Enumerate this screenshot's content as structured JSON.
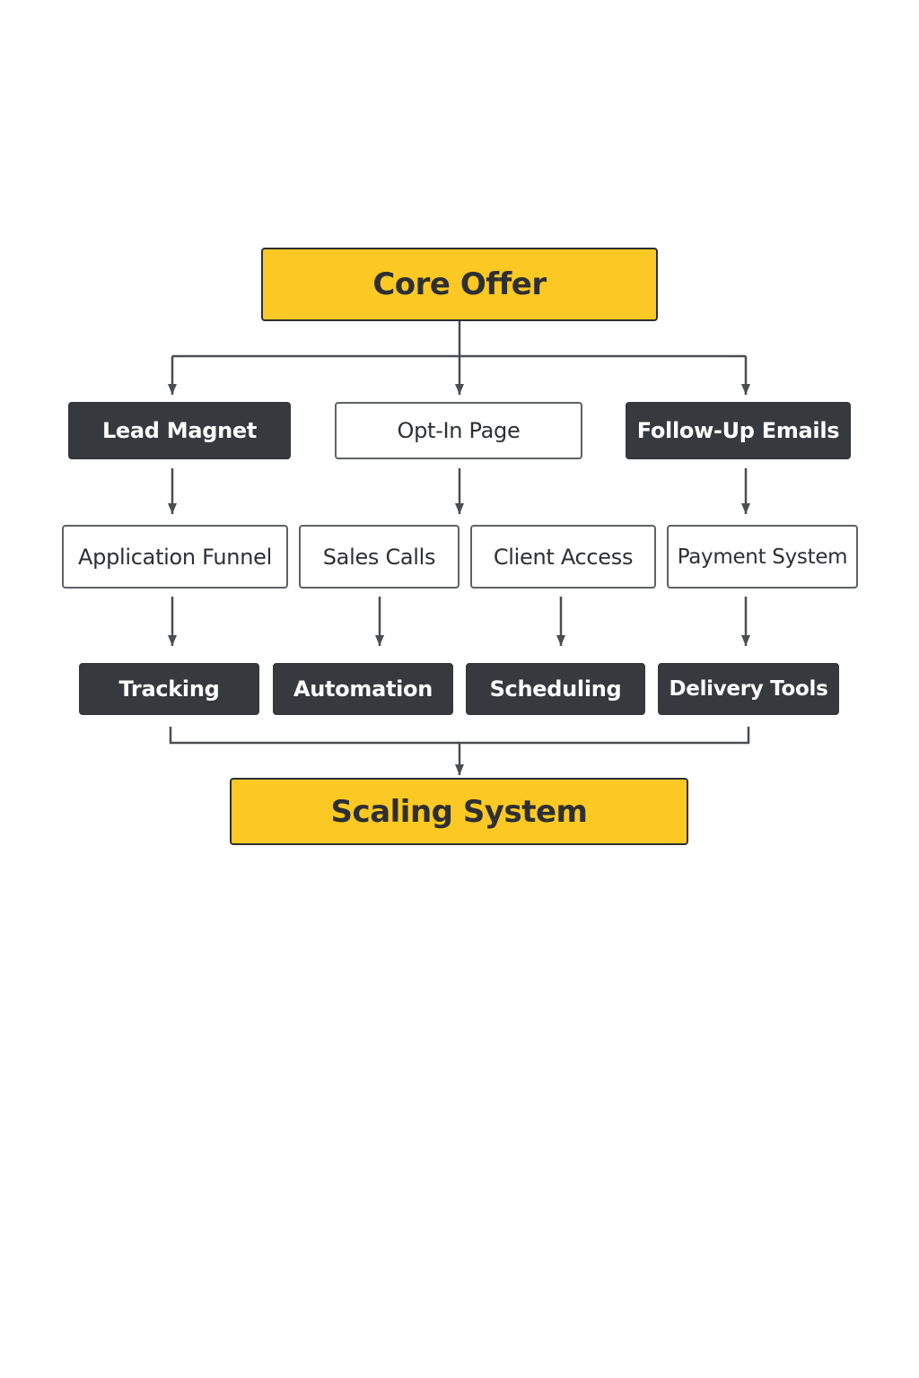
{
  "colors": {
    "accent_yellow": "#fcc924",
    "dark_fill": "#36393e",
    "light_fill": "#ffffff",
    "dark_text": "#2d2f33",
    "light_text": "#ffffff",
    "connector": "#4a4d52"
  },
  "diagram": {
    "top": {
      "label": "Core Offer"
    },
    "row1": [
      {
        "label": "Lead Magnet"
      },
      {
        "label": "Opt-In Page"
      },
      {
        "label": "Follow-Up Emails"
      }
    ],
    "row2": [
      {
        "label": "Application Funnel"
      },
      {
        "label": "Sales Calls"
      },
      {
        "label": "Client Access"
      },
      {
        "label": "Payment System"
      }
    ],
    "row3": [
      {
        "label": "Tracking"
      },
      {
        "label": "Automation"
      },
      {
        "label": "Scheduling"
      },
      {
        "label": "Delivery Tools"
      }
    ],
    "bottom": {
      "label": "Scaling System"
    }
  }
}
